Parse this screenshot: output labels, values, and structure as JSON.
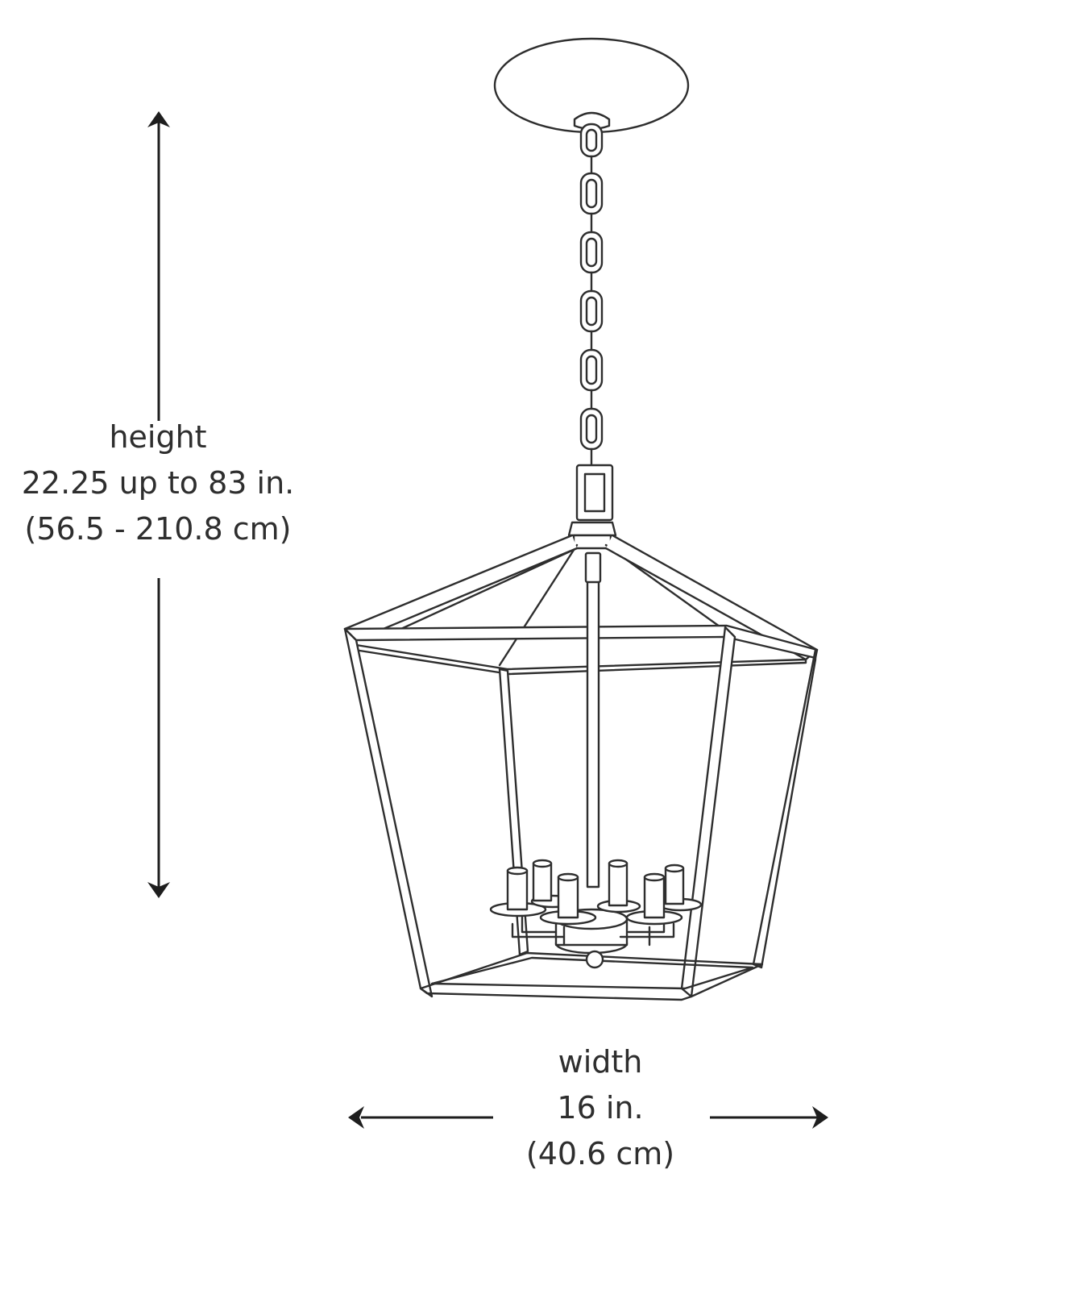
{
  "height": {
    "label": "height",
    "inches": "22.25 up to 83 in.",
    "cm": "(56.5 - 210.8 cm)"
  },
  "width": {
    "label": "width",
    "inches": "16 in.",
    "cm": "(40.6 cm)"
  },
  "colors": {
    "line": "#2e2e2e",
    "background": "#ffffff"
  }
}
